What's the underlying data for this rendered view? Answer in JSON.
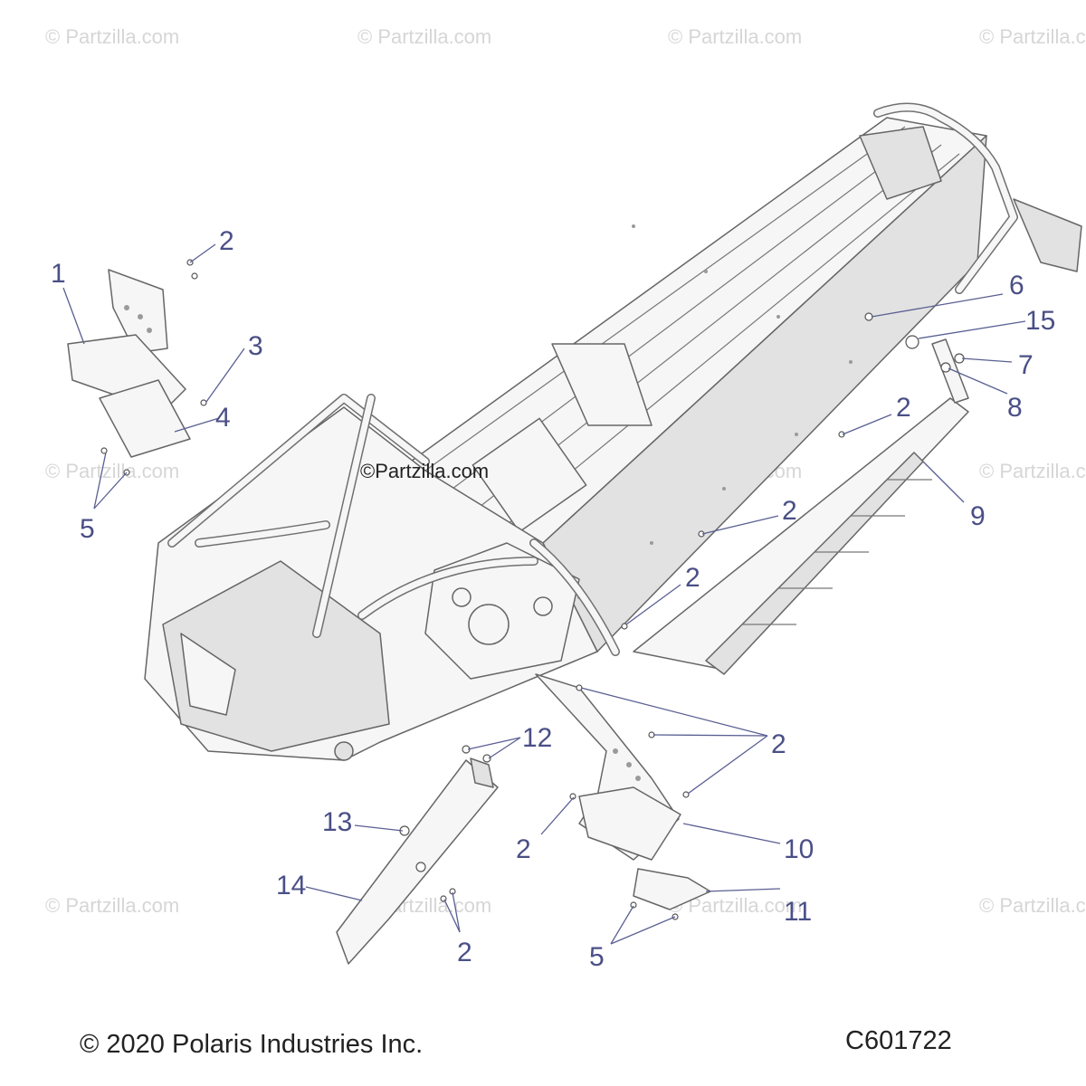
{
  "watermark": "© Partzilla.com",
  "watermark_center": "©Partzilla.com",
  "callouts": {
    "c1": "1",
    "c2": "2",
    "c3": "3",
    "c4": "4",
    "c5": "5",
    "c6": "6",
    "c7": "7",
    "c8": "8",
    "c9": "9",
    "c10": "10",
    "c11": "11",
    "c12": "12",
    "c13": "13",
    "c14": "14",
    "c15": "15"
  },
  "footer": {
    "copyright": "© 2020 Polaris Industries Inc.",
    "code": "C601722"
  }
}
